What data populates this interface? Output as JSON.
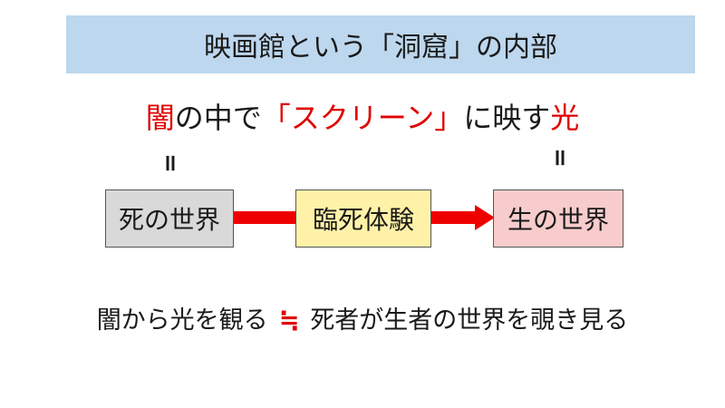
{
  "title": {
    "text": "映画館という「洞窟」の内部",
    "background": "#bdd7ee"
  },
  "headline": {
    "part1": "闇",
    "part2": "の中で",
    "part3": "「スクリーン」",
    "part4": "に映す",
    "part5": "光",
    "accent_color": "#e00000"
  },
  "equals_symbol": "=",
  "flow": {
    "box_death": {
      "label": "死の世界",
      "color": "#d9d9d9"
    },
    "box_near_death": {
      "label": "臨死体験",
      "color": "#fff2a8"
    },
    "box_life": {
      "label": "生の世界",
      "color": "#f8cccc"
    },
    "arrow_color": "#ee0000"
  },
  "bottom": {
    "left": "闇から光を観る",
    "symbol": "≒",
    "right": "死者が生者の世界を覗き見る"
  }
}
